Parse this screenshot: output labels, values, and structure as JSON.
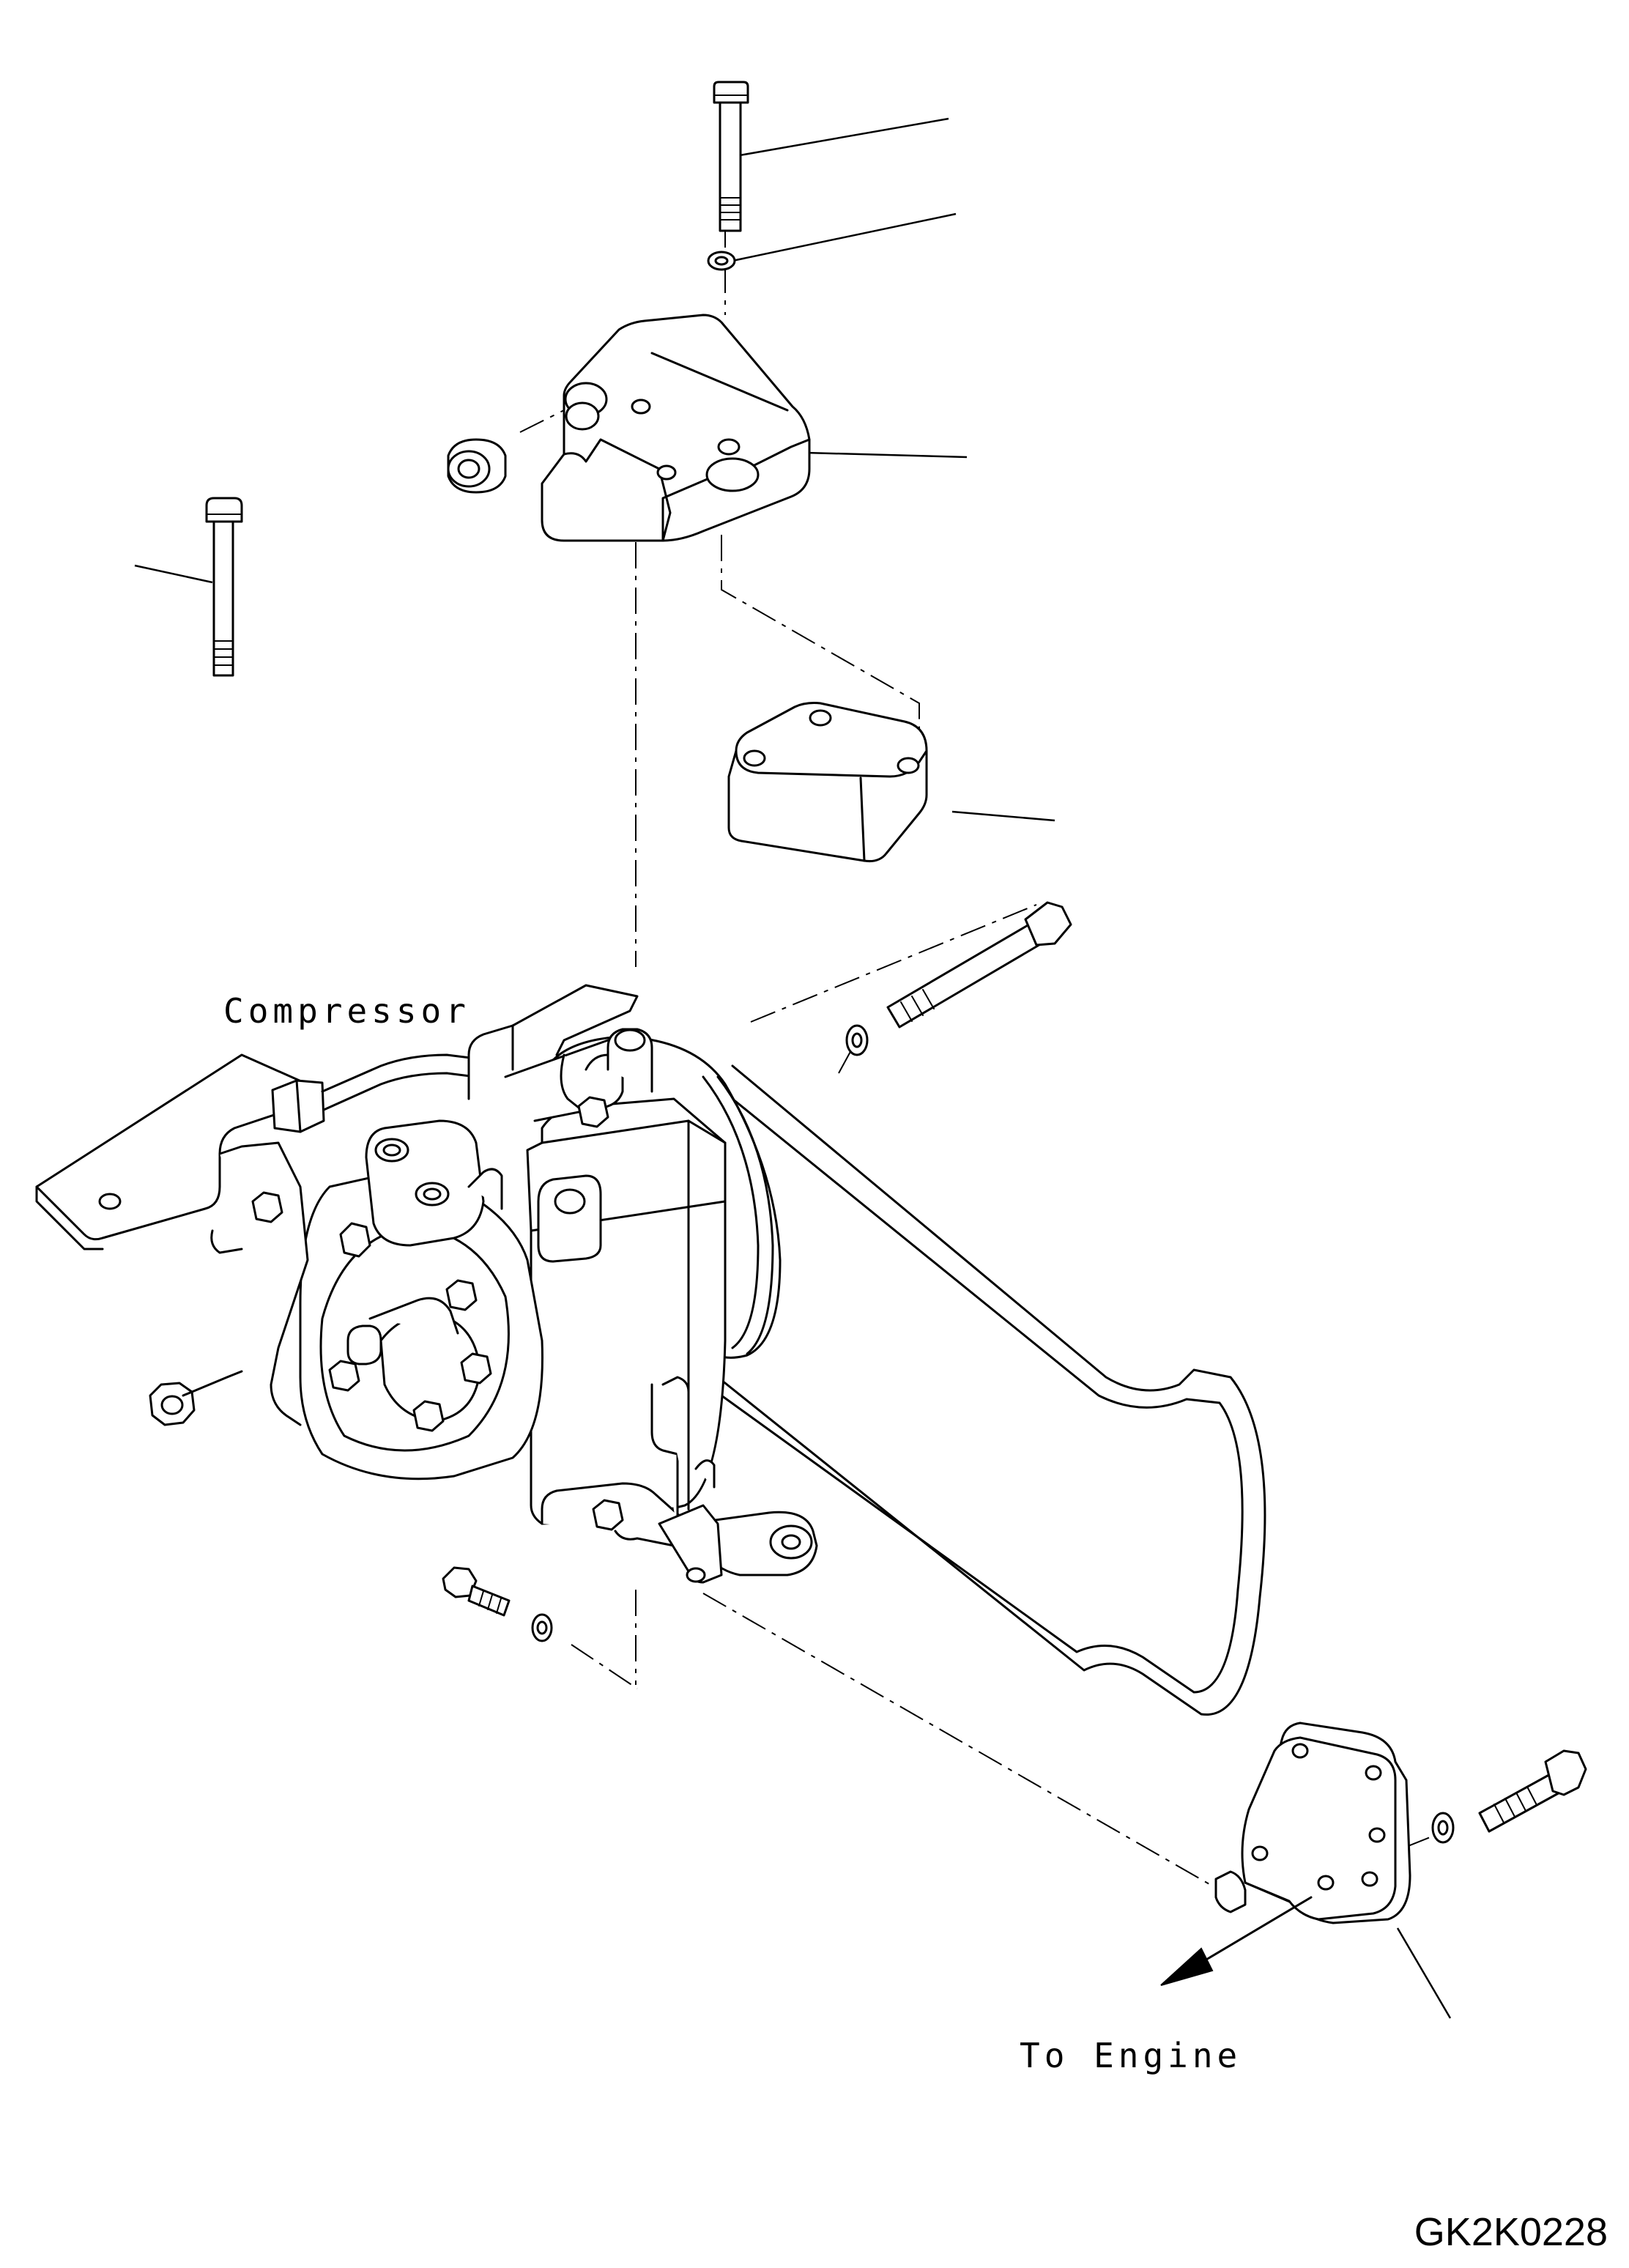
{
  "labels": {
    "compressor": "Compressor",
    "to_engine": "To Engine",
    "drawing_code": "GK2K0228"
  }
}
